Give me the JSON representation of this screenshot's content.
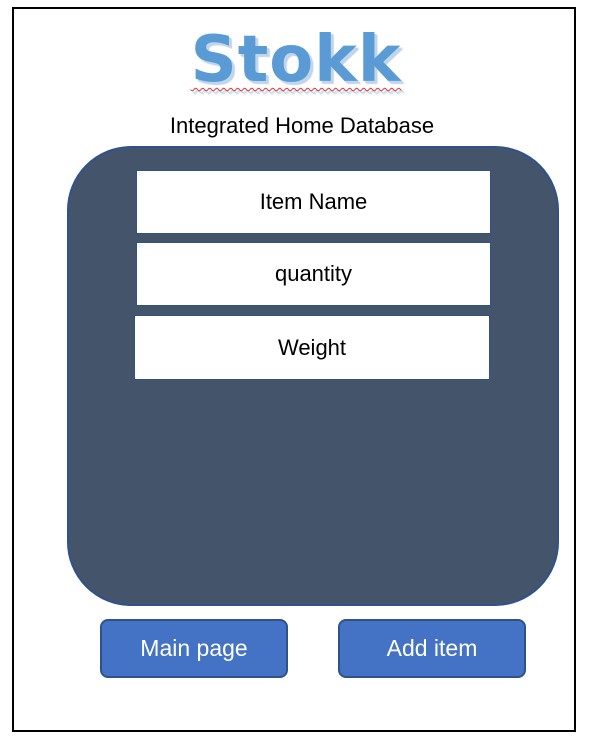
{
  "app": {
    "logo_text": "Stokk",
    "subtitle": "Integrated Home Database"
  },
  "form": {
    "fields": [
      {
        "label": "Item Name"
      },
      {
        "label": "quantity"
      },
      {
        "label": "Weight"
      }
    ]
  },
  "buttons": {
    "main_page": "Main page",
    "add_item": "Add item"
  },
  "colors": {
    "logo": "#5b9bd5",
    "panel": "#44546a",
    "button": "#4472c4",
    "border_accent": "#2f528f"
  }
}
